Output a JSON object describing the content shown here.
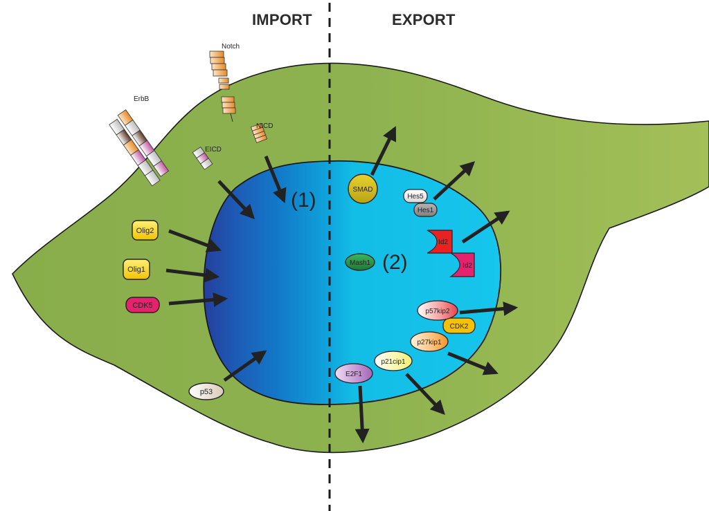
{
  "headers": {
    "import": "IMPORT",
    "export": "EXPORT"
  },
  "labels": {
    "notch": "Notch",
    "erbb": "ErbB",
    "nicd": "NICD",
    "eicd": "EICD",
    "step1": "(1)",
    "step2": "(2)"
  },
  "molecules": {
    "olig2": "Olig2",
    "olig1": "Olig1",
    "cdk5": "CDK5",
    "p53": "p53",
    "smad": "SMAD",
    "hes5": "Hes5",
    "hes1": "Hes1",
    "id2_a": "Id2",
    "id2_b": "Id2",
    "mash1": "Mash1",
    "p57kip2": "p57kip2",
    "cdk2": "CDK2",
    "p27kip1": "p27kip1",
    "p21cip1": "p21cip1",
    "e2f1": "E2F1"
  },
  "colors": {
    "cytoplasm": "#8fb24f",
    "nucleus": "#12bde6",
    "nucleus_dark": "#263c9c",
    "arrow": "#222222"
  }
}
